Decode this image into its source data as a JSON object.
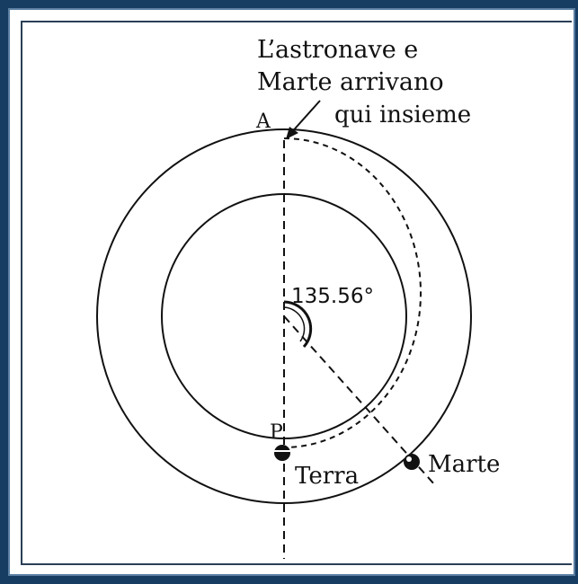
{
  "diagram": {
    "annotation_lines": [
      "L’astronave e",
      "Marte arrivano",
      "qui insieme"
    ],
    "point_a_label": "A",
    "angle_label": "135.56°",
    "point_p_label": "P",
    "earth_label": "Terra",
    "mars_label": "Marte"
  }
}
